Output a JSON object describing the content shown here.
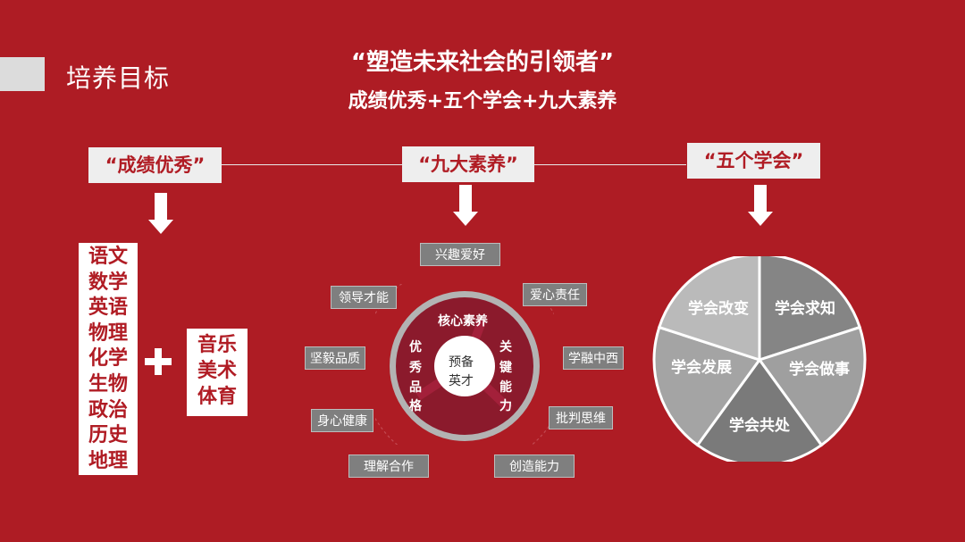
{
  "header": {
    "section_title": "培养目标",
    "main_title": "“塑造未来社会的引领者”",
    "main_subtitle": "成绩优秀+五个学会+九大素养"
  },
  "pillars": {
    "left": "“成绩优秀”",
    "middle": "“九大素养”",
    "right": "“五个学会”"
  },
  "subjects": [
    "语文",
    "数学",
    "英语",
    "物理",
    "化学",
    "生物",
    "政治",
    "历史",
    "地理"
  ],
  "arts": [
    "音乐",
    "美术",
    "体育"
  ],
  "ring": {
    "top_label": "核心素养",
    "left_label": [
      "优",
      "秀",
      "品",
      "格"
    ],
    "right_label": [
      "关",
      "键",
      "能",
      "力"
    ],
    "center_line1": "预备",
    "center_line2": "英才"
  },
  "literacy_tags": [
    "兴趣爱好",
    "领导才能",
    "爱心责任",
    "坚毅品质",
    "学融中西",
    "身心健康",
    "批判思维",
    "理解合作",
    "创造能力"
  ],
  "learn_pie": {
    "slices": [
      {
        "label": "学会求知",
        "color": "#858585"
      },
      {
        "label": "学会做事",
        "color": "#9f9f9f"
      },
      {
        "label": "学会共处",
        "color": "#7a7a7a"
      },
      {
        "label": "学会发展",
        "color": "#a4a4a4"
      },
      {
        "label": "学会改变",
        "color": "#bababa"
      }
    ]
  },
  "colors": {
    "background": "#ae1c24",
    "accent_text": "#b01c24",
    "tag_gray": "#7f7f7f",
    "ring_fill": "#8b1a2c"
  }
}
